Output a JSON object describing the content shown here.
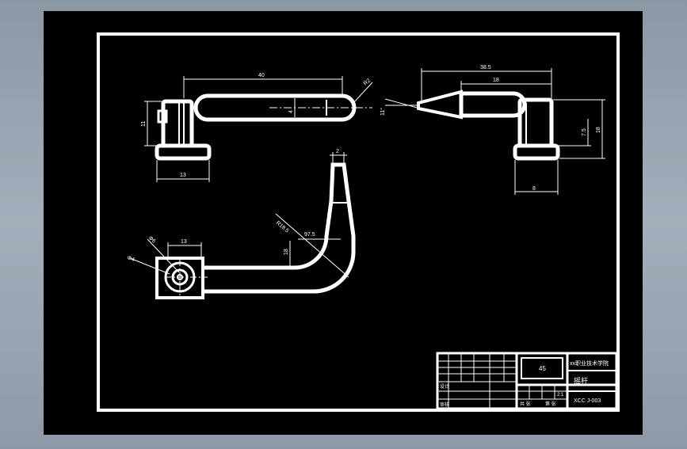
{
  "drawing": {
    "colors": {
      "background": "#8f9aa8",
      "canvas": "#000000",
      "line": "#ffffff"
    },
    "dimensions": {
      "top_length": "40",
      "top_radius": "R2",
      "top_height": "11",
      "top_pin": "4",
      "top_base_width": "13",
      "side_length": "38.5",
      "side_inner": "18",
      "side_angle": "11°",
      "side_height": "18",
      "side_step": "7.5",
      "side_base_width": "8",
      "front_tip": "2",
      "front_bend_radius": "R18.5",
      "front_angle": "97.5",
      "front_vertical": "18",
      "front_square": "13",
      "front_hole_small": "Φ6",
      "front_hole_large": "Φ4"
    },
    "title_block": {
      "material": "45",
      "school": "xx职业技术学院",
      "part_name": "摇杆",
      "drawing_no": "XCC J-003",
      "scale": "2:1",
      "sheet_total": "共 张",
      "sheet_no": "第 张",
      "designer": "设计",
      "checker": "审核"
    }
  }
}
